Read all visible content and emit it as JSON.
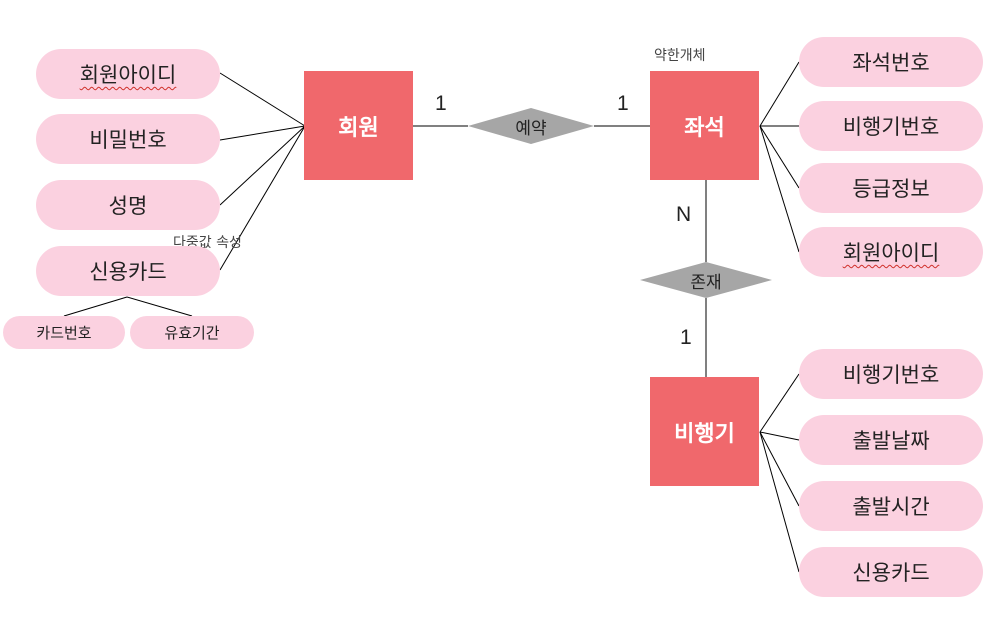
{
  "entities": {
    "member": "회원",
    "seat": "좌석",
    "airplane": "비행기"
  },
  "relationships": {
    "reservation": "예약",
    "existence": "존재"
  },
  "cardinalities": {
    "member_reservation": "1",
    "seat_reservation": "1",
    "seat_existence": "N",
    "airplane_existence": "1"
  },
  "notes": {
    "weak_entity": "약한개체",
    "multivalued": "다중값 속성"
  },
  "member_attributes": [
    "회원아이디",
    "비밀번호",
    "성명",
    "신용카드"
  ],
  "card_subattributes": [
    "카드번호",
    "유효기간"
  ],
  "seat_attributes": [
    "좌석번호",
    "비행기번호",
    "등급정보",
    "회원아이디"
  ],
  "airplane_attributes": [
    "비행기번호",
    "출발날짜",
    "출발시간",
    "신용카드"
  ],
  "colors": {
    "entity": "#f0686c",
    "attribute": "#fbd1e0",
    "relationship": "#a6a6a6",
    "line": "#000000",
    "spellcheck": "#d0302a"
  }
}
